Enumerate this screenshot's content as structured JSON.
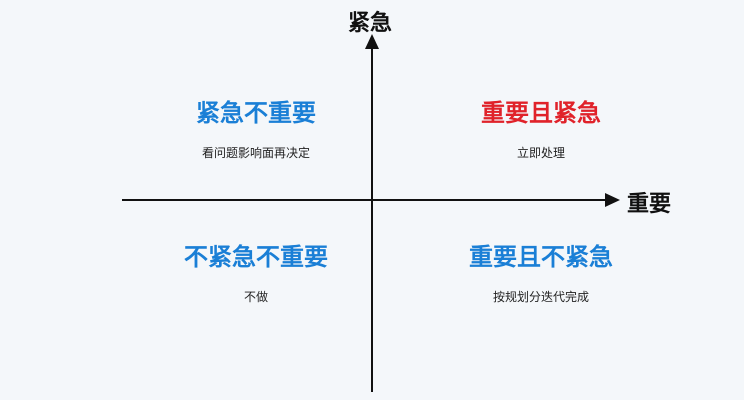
{
  "axes": {
    "y_label": "紧急",
    "x_label": "重要"
  },
  "colors": {
    "blue": "#1a7fd6",
    "red": "#e0222a",
    "axis": "#111111"
  },
  "quadrants": {
    "top_left": {
      "title": "紧急不重要",
      "subtitle": "看问题影响面再决定",
      "color": "#1a7fd6"
    },
    "top_right": {
      "title": "重要且紧急",
      "subtitle": "立即处理",
      "color": "#e0222a"
    },
    "bottom_left": {
      "title": "不紧急不重要",
      "subtitle": "不做",
      "color": "#1a7fd6"
    },
    "bottom_right": {
      "title": "重要且不紧急",
      "subtitle": "按规划分迭代完成",
      "color": "#1a7fd6"
    }
  }
}
